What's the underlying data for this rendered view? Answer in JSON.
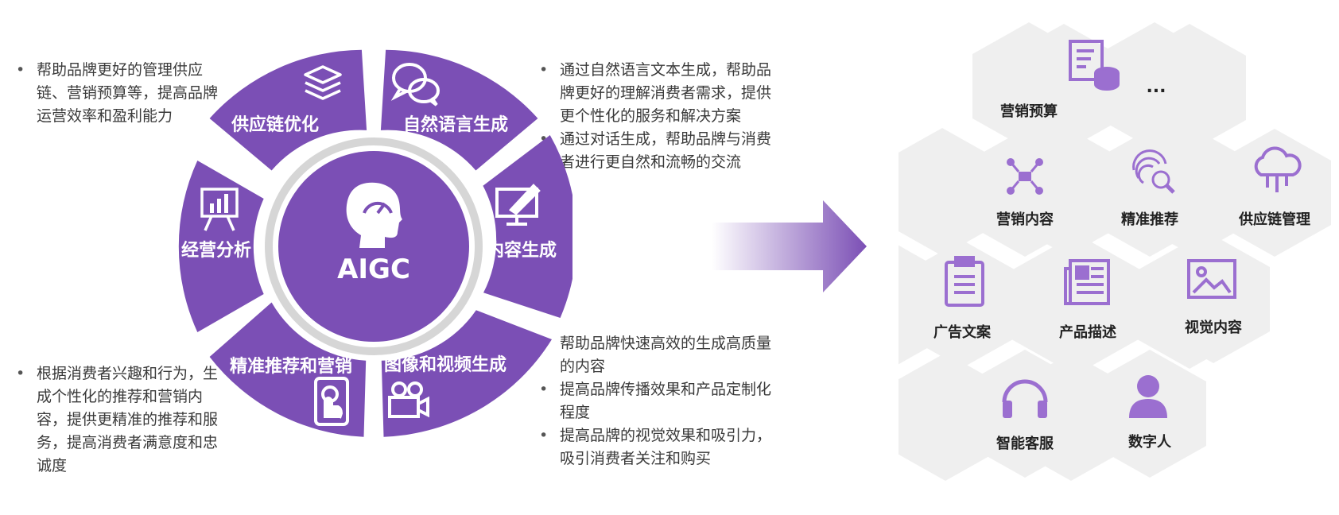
{
  "theme": {
    "purple": "#7b4fb5",
    "hex_bg": "#efefef",
    "ring_gray": "#d8d8d8"
  },
  "wheel": {
    "center": {
      "title": "AIGC",
      "icon": "brain-gauge-icon"
    },
    "segments": [
      {
        "label": "供应链优化",
        "icon": "layers-icon"
      },
      {
        "label": "自然语言生成",
        "icon": "chat-bubbles-icon"
      },
      {
        "label": "内容生成",
        "icon": "monitor-pen-icon"
      },
      {
        "label": "图像和视频生成",
        "icon": "video-camera-icon"
      },
      {
        "label": "精准推荐和营销",
        "icon": "tablet-touch-icon"
      },
      {
        "label": "经营分析",
        "icon": "presentation-chart-icon"
      }
    ]
  },
  "bullets": {
    "top_left": [
      "帮助品牌更好的管理供应链、营销预算等，提高品牌运营效率和盈利能力"
    ],
    "top_right": [
      "通过自然语言文本生成，帮助品牌更好的理解消费者需求，提供更个性化的服务和解决方案",
      "通过对话生成，帮助品牌与消费者进行更自然和流畅的交流"
    ],
    "bottom_left": [
      "根据消费者兴趣和行为，生成个性化的推荐和营销内容，提供更精准的推荐和服务，提高消费者满意度和忠诚度"
    ],
    "bottom_right": [
      "帮助品牌快速高效的生成高质量的内容",
      "提高品牌传播效果和产品定制化程度",
      "提高品牌的视觉效果和吸引力，吸引消费者关注和购买"
    ]
  },
  "hexagons": [
    {
      "label": "营销预算",
      "icon": "document-database-icon"
    },
    {
      "label": "...",
      "icon": ""
    },
    {
      "label": "营销内容",
      "icon": "network-nodes-icon"
    },
    {
      "label": "精准推荐",
      "icon": "fingerprint-search-icon"
    },
    {
      "label": "供应链管理",
      "icon": "cloud-data-icon"
    },
    {
      "label": "广告文案",
      "icon": "clipboard-icon"
    },
    {
      "label": "产品描述",
      "icon": "newspaper-icon"
    },
    {
      "label": "视觉内容",
      "icon": "image-icon"
    },
    {
      "label": "智能客服",
      "icon": "headset-icon"
    },
    {
      "label": "数字人",
      "icon": "person-icon"
    }
  ]
}
